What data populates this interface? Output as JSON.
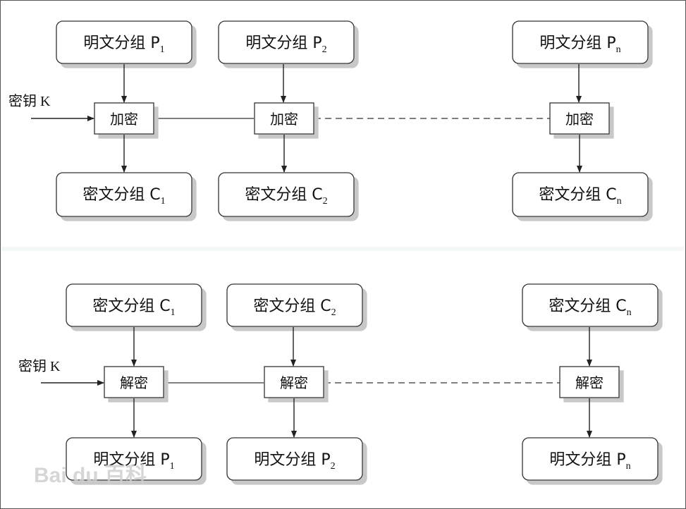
{
  "encryption": {
    "key_label": "密钥 K",
    "plaintext_blocks": [
      {
        "text": "明文分组 P",
        "sub": "1"
      },
      {
        "text": "明文分组 P",
        "sub": "2"
      },
      {
        "text": "明文分组 P",
        "sub": "n"
      }
    ],
    "operation": [
      "加密",
      "加密",
      "加密"
    ],
    "ciphertext_blocks": [
      {
        "text": "密文分组 C",
        "sub": "1"
      },
      {
        "text": "密文分组 C",
        "sub": "2"
      },
      {
        "text": "密文分组 C",
        "sub": "n"
      }
    ]
  },
  "decryption": {
    "key_label": "密钥 K",
    "ciphertext_blocks": [
      {
        "text": "密文分组 C",
        "sub": "1"
      },
      {
        "text": "密文分组 C",
        "sub": "2"
      },
      {
        "text": "密文分组 C",
        "sub": "n"
      }
    ],
    "operation": [
      "解密",
      "解密",
      "解密"
    ],
    "plaintext_blocks": [
      {
        "text": "明文分组 P",
        "sub": "1"
      },
      {
        "text": "明文分组 P",
        "sub": "2"
      },
      {
        "text": "明文分组 P",
        "sub": "n"
      }
    ]
  },
  "watermark": "Bai du 百科"
}
